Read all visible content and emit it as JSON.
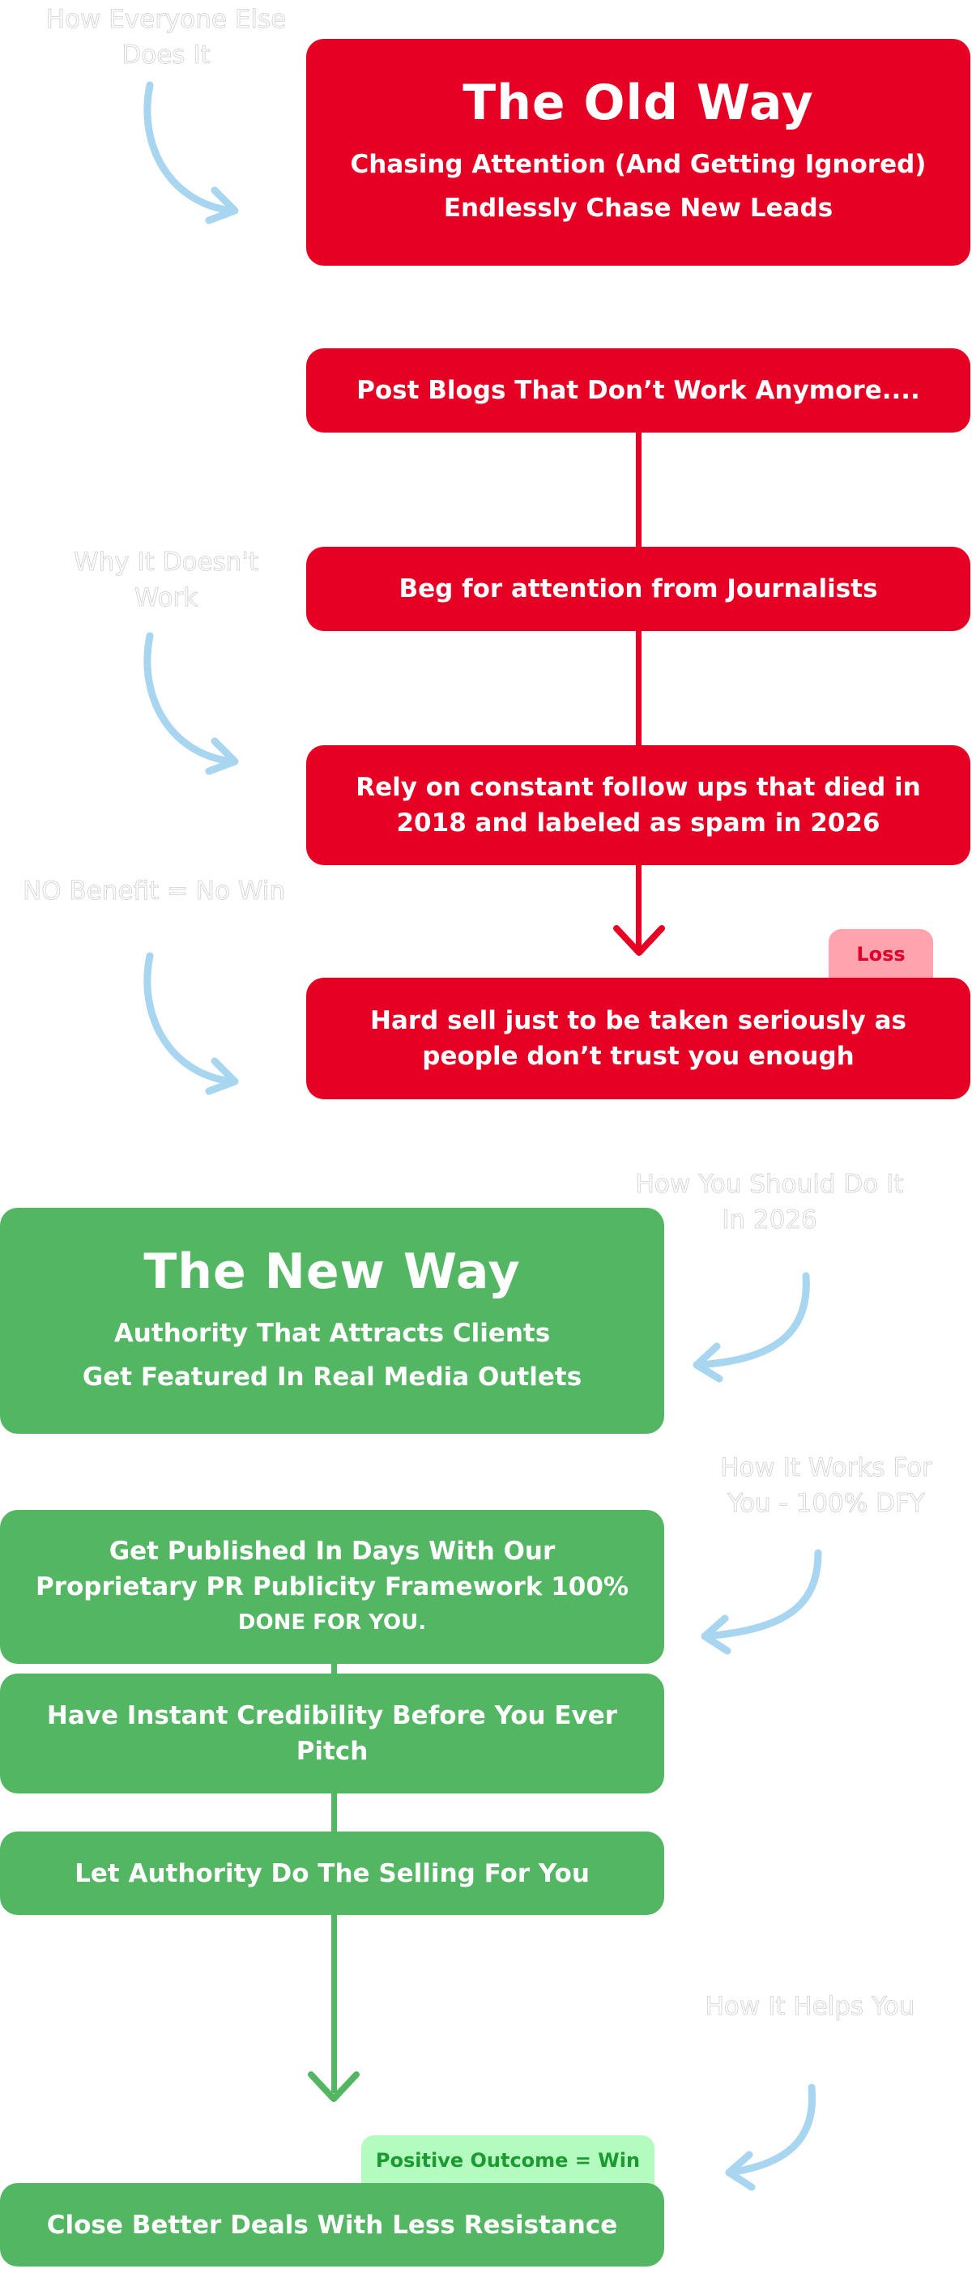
{
  "old_way": {
    "title": "The Old Way",
    "subtitle": "Chasing Attention (And Getting Ignored)",
    "tagline": "Endlessly Chase New Leads",
    "steps": [
      "Post Blogs That Don’t Work Anymore....",
      "Beg for attention from Journalists",
      "Rely on constant follow ups that died in 2018 and labeled as spam in 2026",
      "Hard sell just to be taken seriously as people don’t trust you enough"
    ],
    "badge": "Loss",
    "notes": [
      "How Everyone Else Does It",
      "Why It Doesn't Work",
      "NO Benefit = No Win"
    ]
  },
  "new_way": {
    "title": "The New Way",
    "subtitle": "Authority That Attracts Clients",
    "tagline": "Get Featured In Real Media Outlets",
    "steps": [
      "Get Published In Days With Our Proprietary PR Publicity Framework 100%",
      "DONE FOR YOU.",
      "Have Instant Credibility Before You Ever Pitch",
      "Let Authority Do The Selling For You",
      "Close Better Deals  With Less Resistance"
    ],
    "badge": "Positive Outcome = Win",
    "notes": [
      "How You Should Do It In 2026",
      "How It Works For You - 100% DFY",
      "How It Helps You"
    ]
  },
  "colors": {
    "red": "#E60023",
    "green": "#52B663",
    "loss_bg": "#FFA3AE",
    "win_bg": "#B3FBBE",
    "arrow_blue": "#A8D5F0"
  }
}
